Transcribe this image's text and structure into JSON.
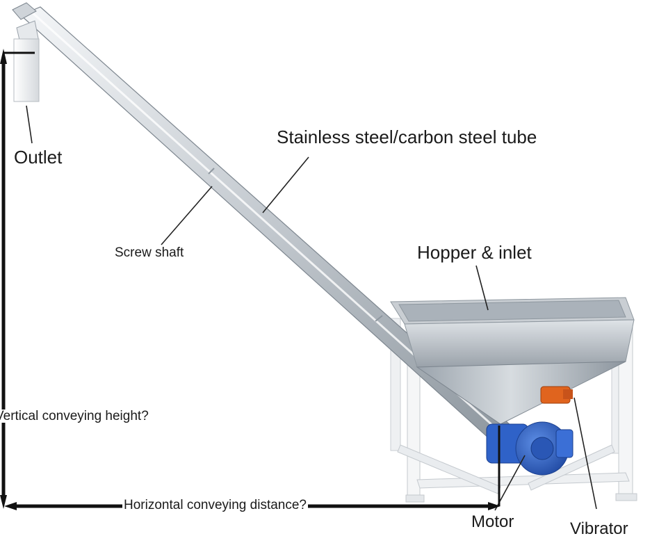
{
  "labels": {
    "outlet": "Outlet",
    "tube": "Stainless steel/carbon steel tube",
    "screw_shaft": "Screw shaft",
    "hopper": "Hopper & inlet",
    "vertical": "Vertical conveying height?",
    "horizontal": "Horizontal conveying distance?",
    "motor": "Motor",
    "vibrator": "Vibrator"
  },
  "colors": {
    "steel_light": "#e9ecef",
    "steel_mid": "#b9c0c7",
    "steel_dark": "#7d868f",
    "frame": "#f2f3f5",
    "motor_blue": "#2f62c8",
    "vibrator_orange": "#e0641e",
    "ink": "#111111"
  }
}
